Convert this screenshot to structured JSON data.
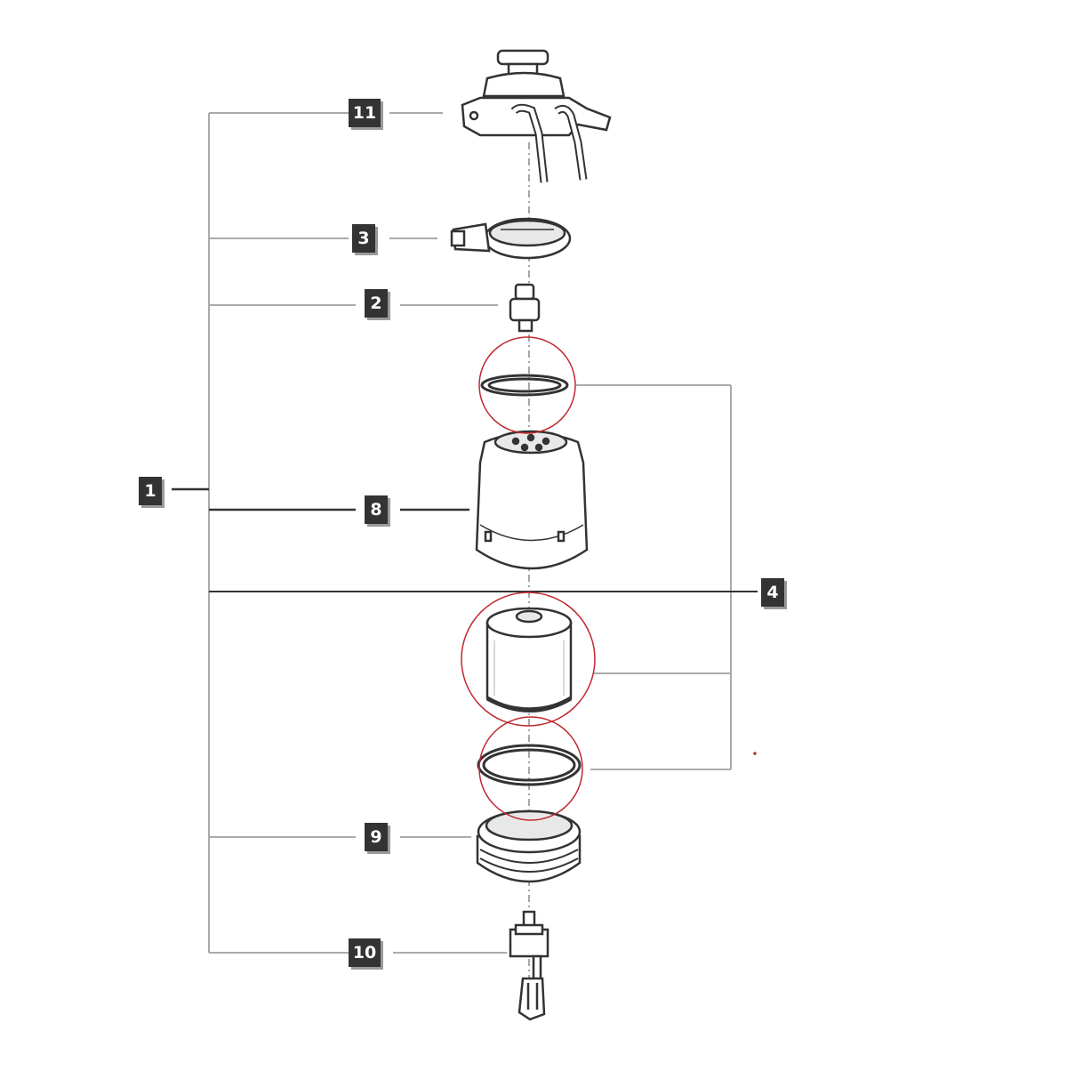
{
  "callouts": [
    {
      "id": "c11",
      "label": "11"
    },
    {
      "id": "c3",
      "label": "3"
    },
    {
      "id": "c2",
      "label": "2"
    },
    {
      "id": "c1",
      "label": "1"
    },
    {
      "id": "c8",
      "label": "8"
    },
    {
      "id": "c4",
      "label": "4"
    },
    {
      "id": "c9",
      "label": "9"
    },
    {
      "id": "c10",
      "label": "10"
    }
  ],
  "colors": {
    "ink": "#333333",
    "leader": "#aaaaaa",
    "highlight": "#c0282d",
    "callout_bg": "#333333",
    "callout_text": "#ffffff",
    "part_fill": "#ffffff",
    "part_shade": "#e8e8e8"
  }
}
